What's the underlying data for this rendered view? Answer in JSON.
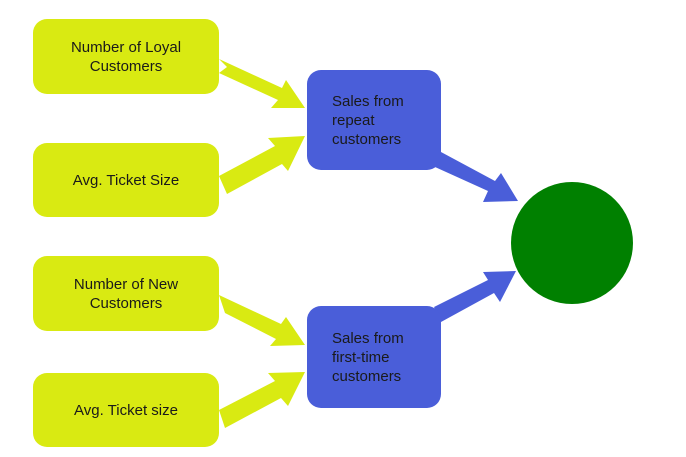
{
  "colors": {
    "input_box": "#d9ea12",
    "intermediate_box": "#4a5ed9",
    "arrow_green": "#d9ea12",
    "arrow_blue": "#4a5ed9",
    "result_circle": "#008000"
  },
  "nodes": {
    "loyal_customers": "Number of Loyal\nCustomers",
    "avg_ticket_size_1": "Avg. Ticket Size",
    "new_customers": "Number of New\nCustomers",
    "avg_ticket_size_2": "Avg. Ticket size",
    "sales_repeat": "Sales from\nrepeat\ncustomers",
    "sales_first_time": "Sales from\nfirst-time\ncustomers"
  }
}
